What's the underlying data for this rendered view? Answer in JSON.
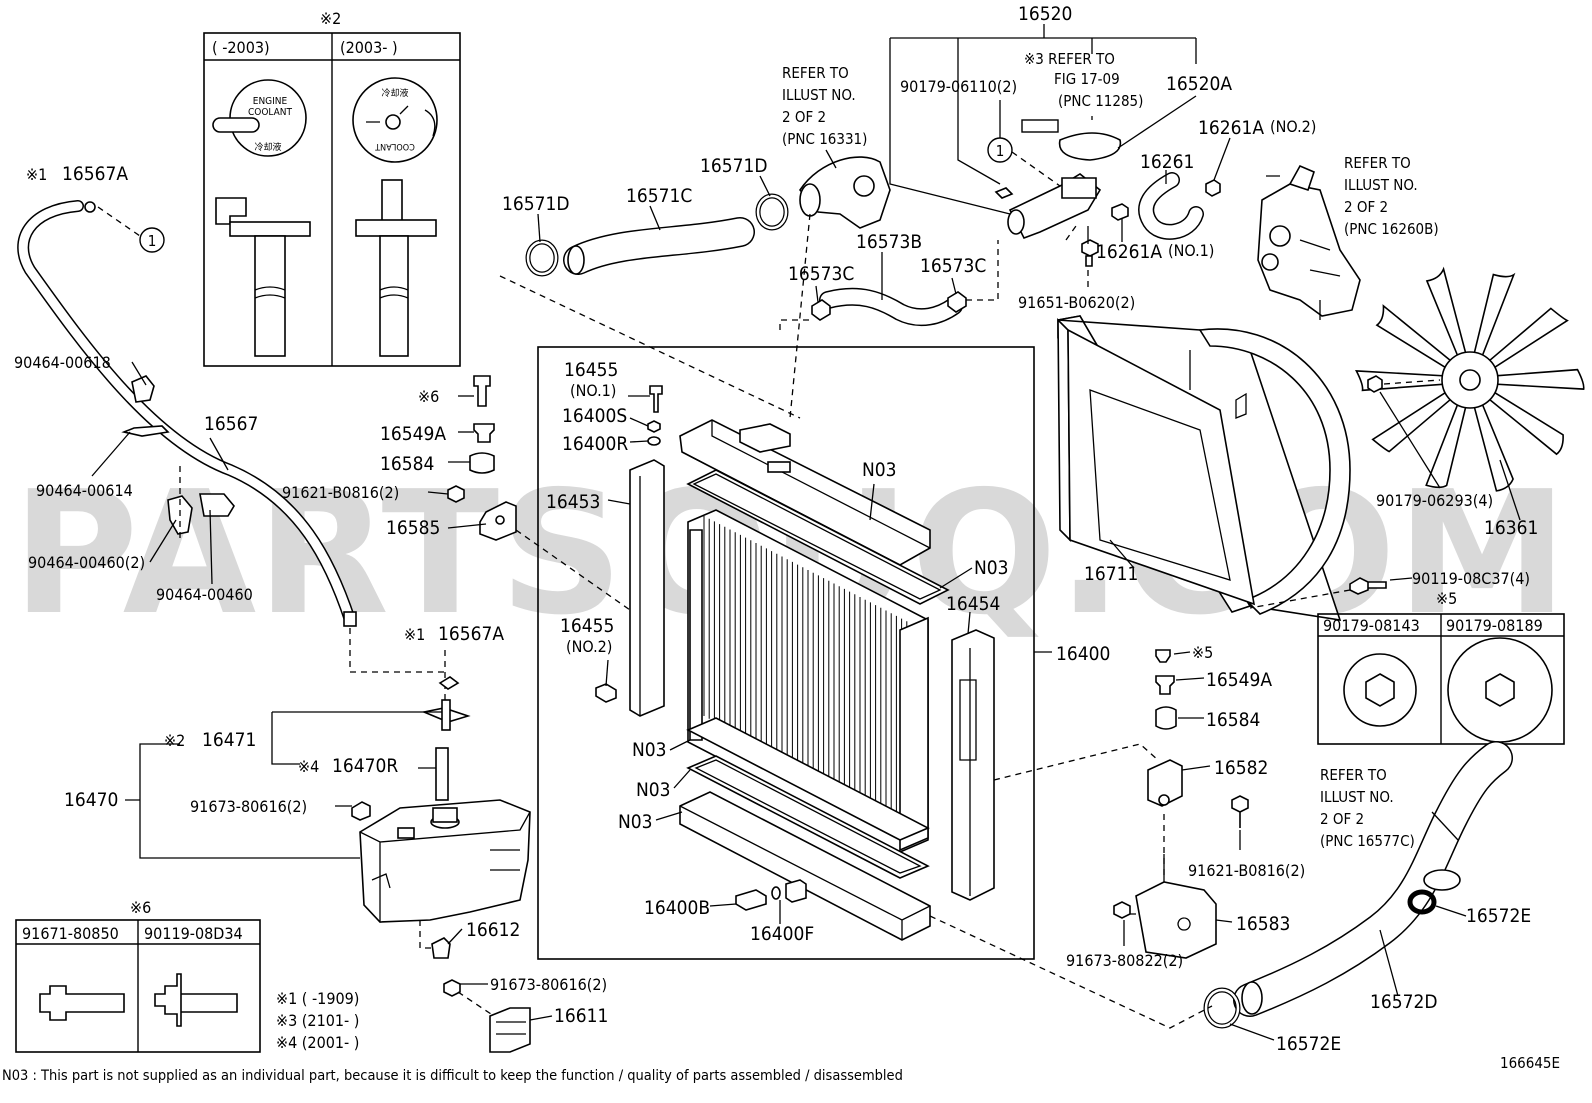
{
  "diagram_id": "166645E",
  "watermark": "PARTSOUQ.COM",
  "footnote": "N03 : This part is not supplied as an individual part, because it is difficult to keep the function / quality of parts assembled / disassembled",
  "cap_table": {
    "mark": "※2",
    "col1": "(      -2003)",
    "col2": "(2003-        )",
    "cap1_text": [
      "ENGINE",
      "COOLANT",
      "冷却液"
    ],
    "cap2_text": [
      "冷却液",
      "COOLANT"
    ]
  },
  "bolt_table": {
    "mark": "※6",
    "col1": "91671-80850",
    "col2": "90119-08D34"
  },
  "nut_table": {
    "mark": "※5",
    "col1": "90179-08143",
    "col2": "90179-08189"
  },
  "date_notes": [
    "※1 (      -1909)",
    "※3 (2101-      )",
    "※4 (2001-      )"
  ],
  "refers": {
    "r16331": [
      "REFER TO",
      "ILLUST NO.",
      "2 OF 2",
      "(PNC 16331)"
    ],
    "r16260b": [
      "REFER TO",
      "ILLUST NO.",
      "2 OF 2",
      "(PNC 16260B)"
    ],
    "r16577c": [
      "REFER TO",
      "ILLUST NO.",
      "2 OF 2",
      "(PNC 16577C)"
    ],
    "r1709": [
      "※3 REFER TO",
      "FIG 17-09",
      "(PNC 11285)"
    ]
  },
  "circle_ref": "1",
  "labels": {
    "p16520": "16520",
    "p90179_06110": "90179-06110(2)",
    "p16520a": "16520A",
    "p16261a2": "16261A",
    "p16261a2_sub": "(NO.2)",
    "p16261": "16261",
    "p16261a1": "16261A",
    "p16261a1_sub": "(NO.1)",
    "p91651": "91651-B0620(2)",
    "p16571d_a": "16571D",
    "p16571d_b": "16571D",
    "p16571c": "16571C",
    "p16573b": "16573B",
    "p16573c_a": "16573C",
    "p16573c_b": "16573C",
    "p16567a_top_mark": "※1",
    "p16567a_top": "16567A",
    "p90464_00618": "90464-00618",
    "p16567": "16567",
    "p90464_00614": "90464-00614",
    "p90464_00460_2": "90464-00460(2)",
    "p90464_00460": "90464-00460",
    "p16567a_mid_mark": "※1",
    "p16567a_mid": "16567A",
    "p16471_mark": "※2",
    "p16471": "16471",
    "p16470r_mark": "※4",
    "p16470r": "16470R",
    "p16470": "16470",
    "p91673_80616_top": "91673-80616(2)",
    "p16612": "16612",
    "p91673_80616_bot": "91673-80616(2)",
    "p16611": "16611",
    "p6_mark": "※6",
    "p16549a_left": "16549A",
    "p16584_left": "16584",
    "p91621_b0816_left": "91621-B0816(2)",
    "p16585": "16585",
    "p16455_1": "16455",
    "p16455_1_sub": "(NO.1)",
    "p16400s": "16400S",
    "p16400r": "16400R",
    "p16453": "16453",
    "p16455_2": "16455",
    "p16455_2_sub": "(NO.2)",
    "p_n03_top": "N03",
    "p_n03_seal": "N03",
    "p16454": "16454",
    "p16400": "16400",
    "p_n03_a": "N03",
    "p_n03_b": "N03",
    "p_n03_c": "N03",
    "p16400b": "16400B",
    "p16400f": "16400F",
    "p16711": "16711",
    "p16361": "16361",
    "p90179_06293": "90179-06293(4)",
    "p90119_08c37": "90119-08C37(4)",
    "p5_mark": "※5",
    "p16549a_right": "16549A",
    "p16584_right": "16584",
    "p16582": "16582",
    "p91621_b0816_right": "91621-B0816(2)",
    "p16583": "16583",
    "p91673_80822": "91673-80822(2)",
    "p16572e_top": "16572E",
    "p16572d": "16572D",
    "p16572e_bot": "16572E"
  }
}
